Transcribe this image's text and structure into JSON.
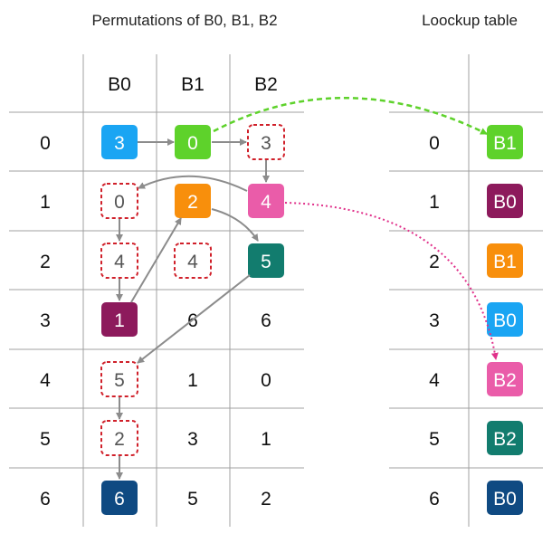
{
  "titles": {
    "permutations": "Permutations of B0, B1, B2",
    "lookup": "Loockup table"
  },
  "columns": [
    "B0",
    "B1",
    "B2"
  ],
  "rows": [
    "0",
    "1",
    "2",
    "3",
    "4",
    "5",
    "6"
  ],
  "cells": [
    [
      {
        "v": "3",
        "s": "blue"
      },
      {
        "v": "0",
        "s": "green"
      },
      {
        "v": "3",
        "s": "dashed"
      }
    ],
    [
      {
        "v": "0",
        "s": "dashed"
      },
      {
        "v": "2",
        "s": "orange"
      },
      {
        "v": "4",
        "s": "pink"
      }
    ],
    [
      {
        "v": "4",
        "s": "dashed"
      },
      {
        "v": "4",
        "s": "dashed"
      },
      {
        "v": "5",
        "s": "teal"
      }
    ],
    [
      {
        "v": "1",
        "s": "purple"
      },
      {
        "v": "6",
        "s": "plain"
      },
      {
        "v": "6",
        "s": "plain"
      }
    ],
    [
      {
        "v": "5",
        "s": "dashed"
      },
      {
        "v": "1",
        "s": "plain"
      },
      {
        "v": "0",
        "s": "plain"
      }
    ],
    [
      {
        "v": "2",
        "s": "dashed"
      },
      {
        "v": "3",
        "s": "plain"
      },
      {
        "v": "1",
        "s": "plain"
      }
    ],
    [
      {
        "v": "6",
        "s": "navy"
      },
      {
        "v": "5",
        "s": "plain"
      },
      {
        "v": "2",
        "s": "plain"
      }
    ]
  ],
  "lookup": [
    {
      "v": "B1",
      "s": "green"
    },
    {
      "v": "B0",
      "s": "purple"
    },
    {
      "v": "B1",
      "s": "orange"
    },
    {
      "v": "B0",
      "s": "blue"
    },
    {
      "v": "B2",
      "s": "pink"
    },
    {
      "v": "B2",
      "s": "teal"
    },
    {
      "v": "B0",
      "s": "navy"
    }
  ],
  "colors": {
    "blue": "#1aa5f3",
    "green": "#5ed22b",
    "orange": "#f88f0c",
    "pink": "#ea5ca9",
    "teal": "#127c6e",
    "purple": "#8d1a5c",
    "navy": "#0f4a82",
    "dashed": "#d0202a",
    "grid": "#a0a0a0",
    "arrow": "#8c8c8c",
    "green_link": "#5ed22b",
    "pink_link": "#e0308a"
  }
}
